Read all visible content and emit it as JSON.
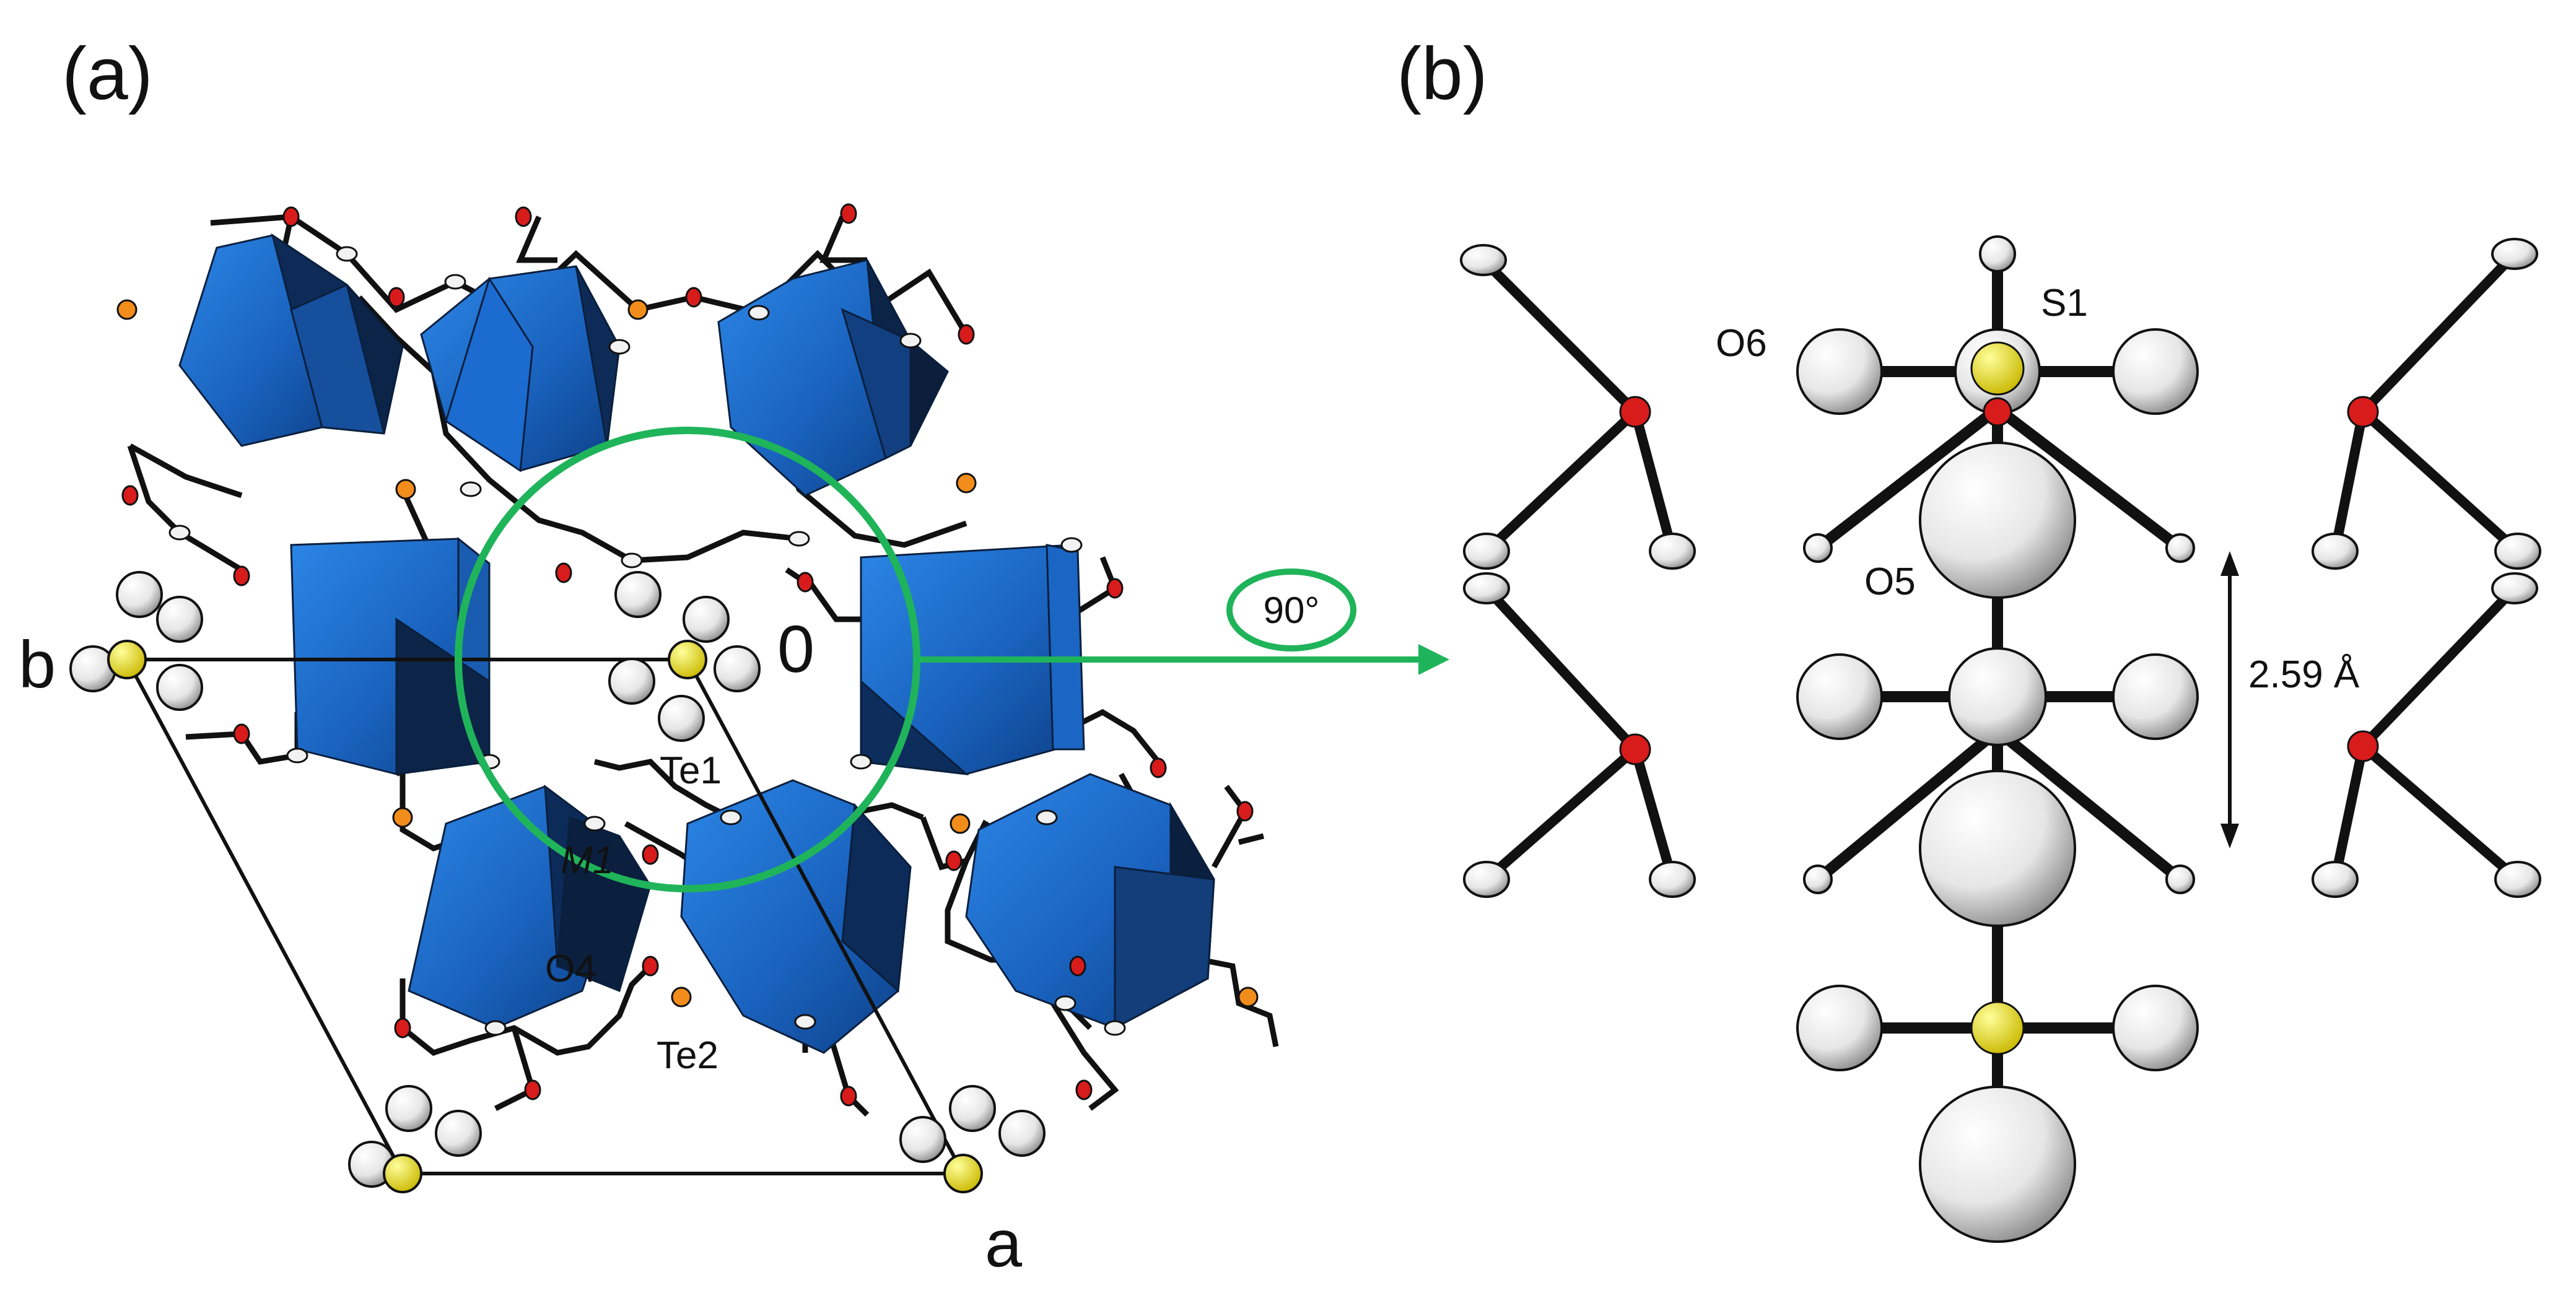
{
  "panel_a": {
    "label": "(a)",
    "axis_origin": "0",
    "axis_a": "a",
    "axis_b": "b",
    "atoms": {
      "te1": "Te1",
      "m1": "M1",
      "o4": "O4",
      "te2": "Te2"
    }
  },
  "panel_b": {
    "label": "(b)",
    "atoms": {
      "s1": "S1",
      "o6": "O6",
      "o5": "O5"
    },
    "distance": "2.59 Å"
  },
  "rotation": "90°",
  "colors": {
    "polyhedron": "#1e6fd1",
    "polyhedron_dark": "#0c2447",
    "oxygen": "#d81b1b",
    "tellurium": "#f28c1a",
    "sulfur": "#f2ea14",
    "highlight": "#1fb45a",
    "bond": "#111111"
  }
}
